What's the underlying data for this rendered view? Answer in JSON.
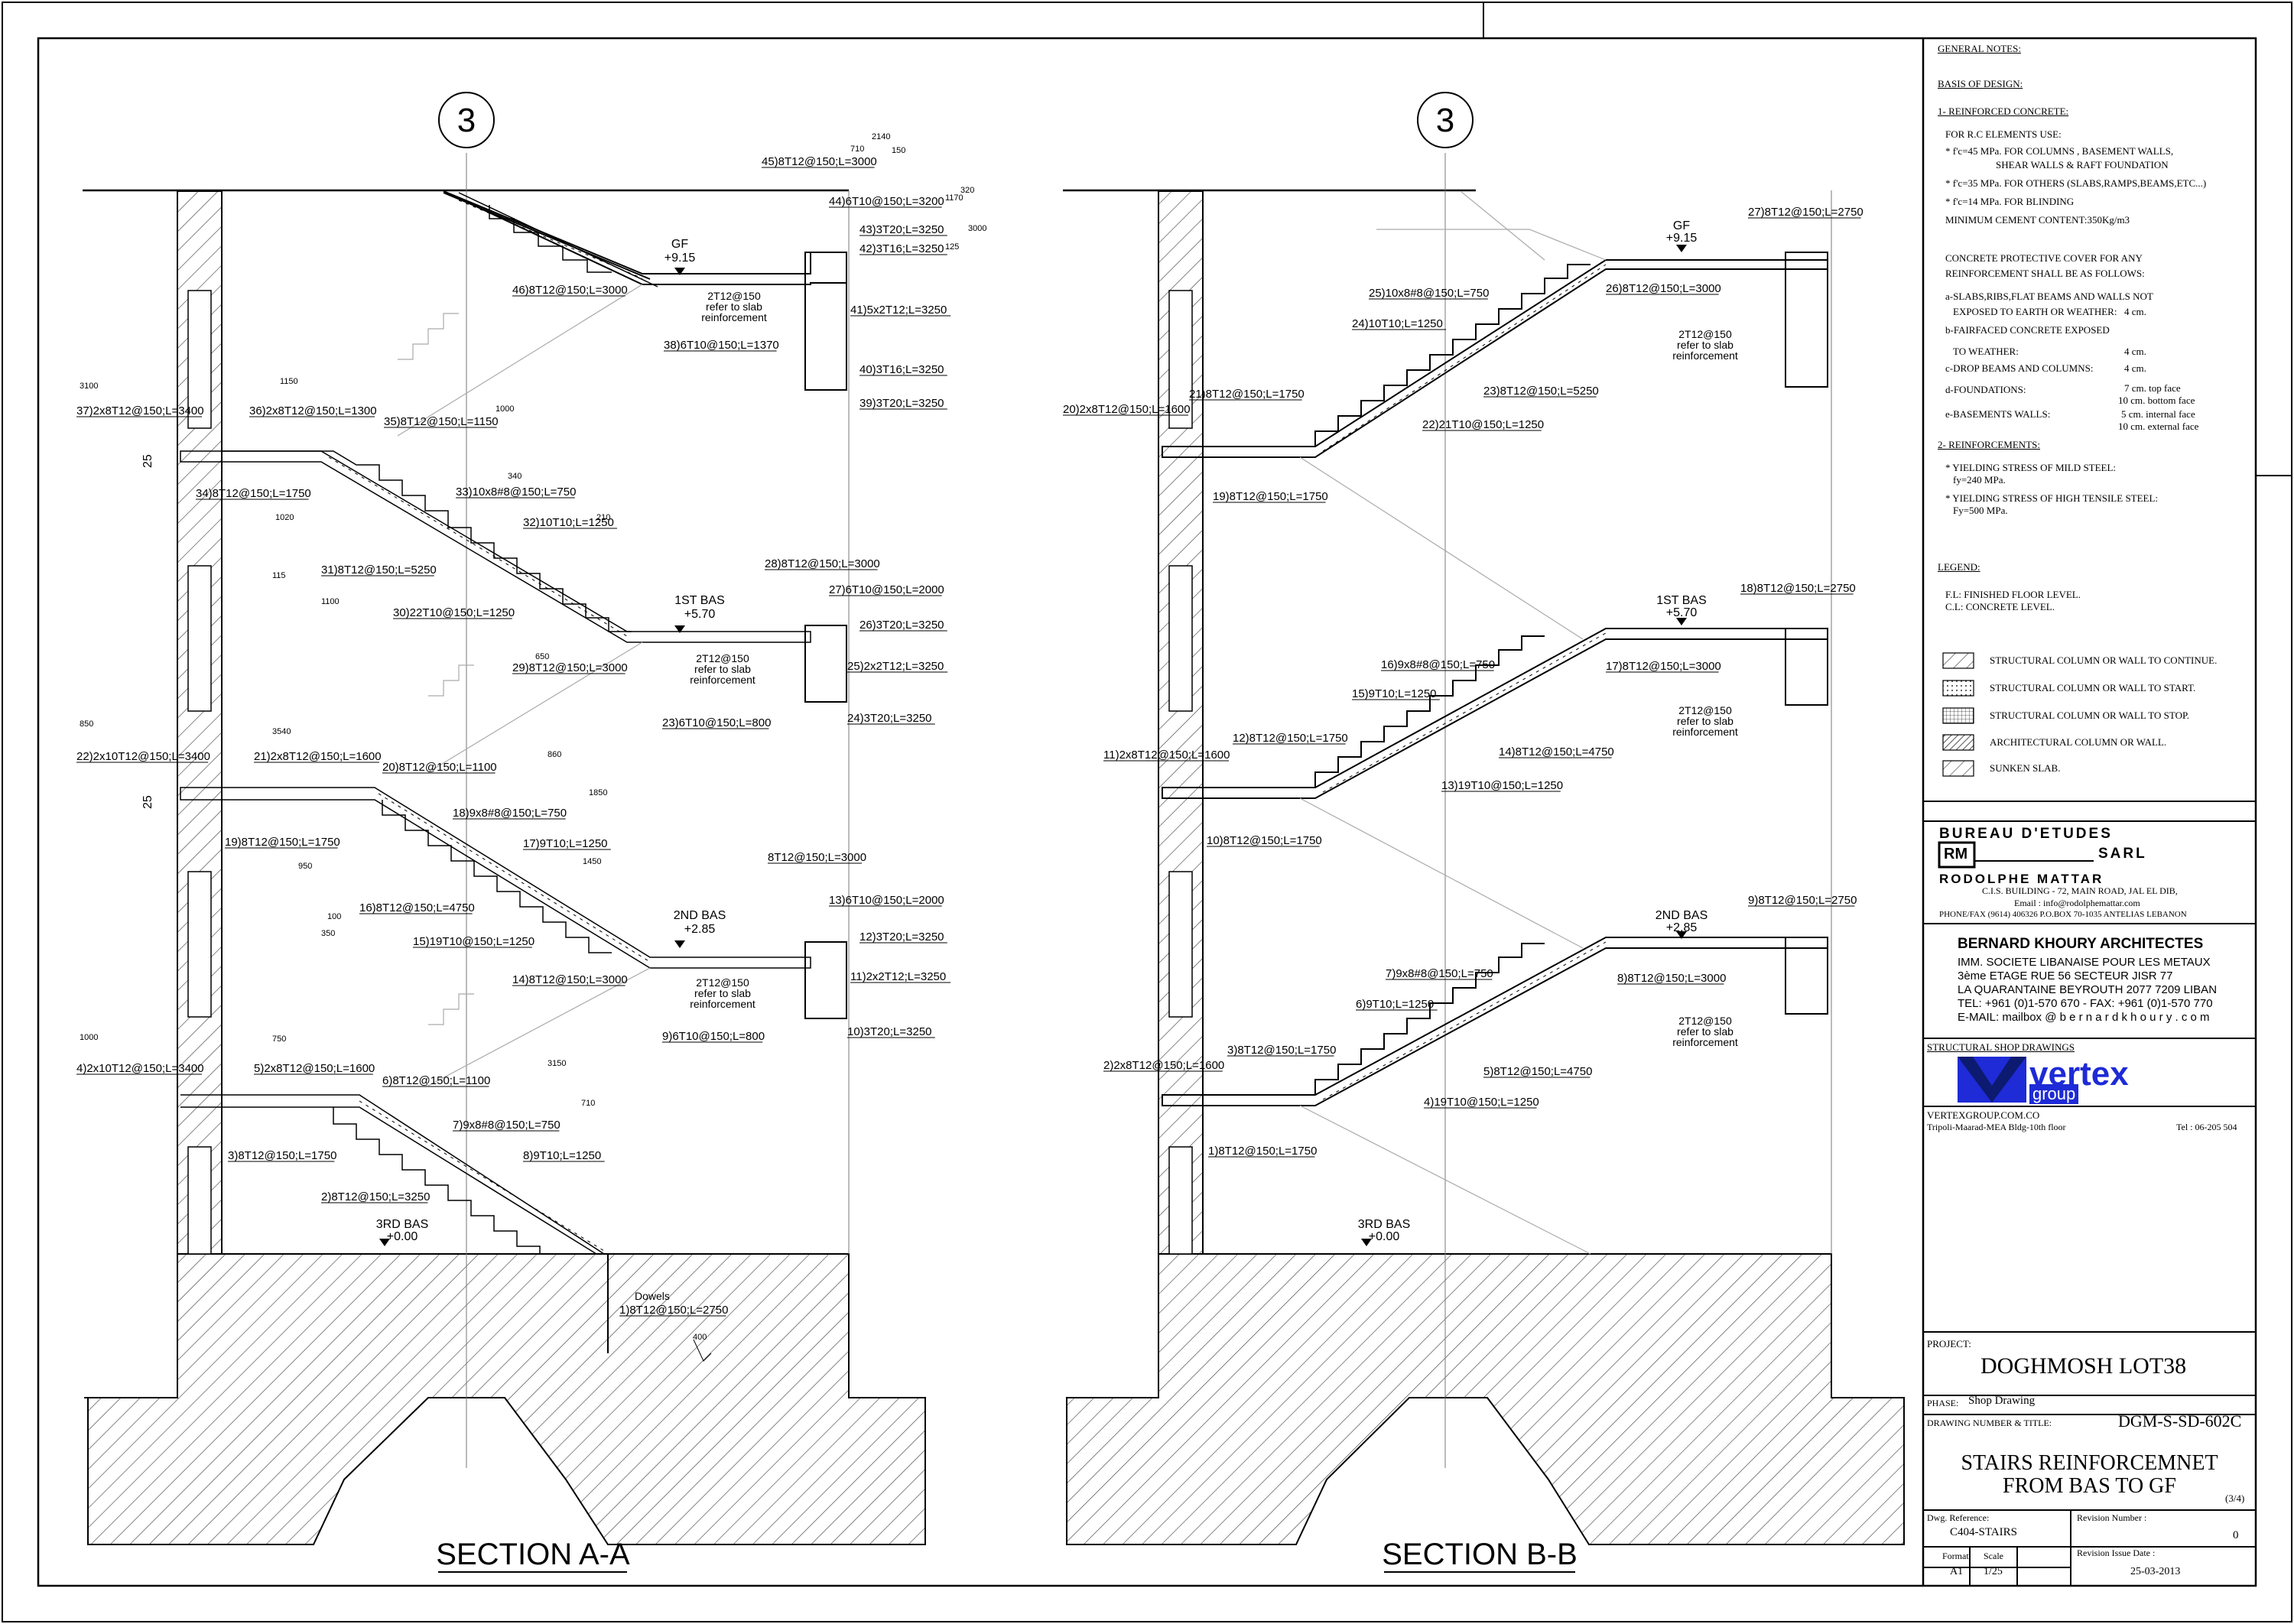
{
  "axis_marker": "3",
  "sections": [
    {
      "title": "SECTION A-A",
      "levels": [
        {
          "name": "GF",
          "elev": "+9.15"
        },
        {
          "name": "1ST BAS",
          "elev": "+5.70"
        },
        {
          "name": "2ND BAS",
          "elev": "+2.85"
        },
        {
          "name": "3RD BAS",
          "elev": "+0.00"
        }
      ],
      "dims": [
        "25",
        "25"
      ],
      "slab_notes": [
        {
          "line1": "2T12@150",
          "line2": "refer to slab",
          "line3": "reinforcement"
        },
        {
          "line1": "2T12@150",
          "line2": "refer to slab",
          "line3": "reinforcement"
        },
        {
          "line1": "2T12@150",
          "line2": "refer to slab",
          "line3": "reinforcement"
        }
      ],
      "dowels": "Dowels",
      "bars": [
        "1)8T12@150;L=2750",
        "2)8T12@150;L=3250",
        "3)8T12@150;L=1750",
        "4)2x10T12@150;L=3400",
        "5)2x8T12@150;L=1600",
        "6)8T12@150;L=1100",
        "7)9x8#8@150;L=750",
        "8)9T10;L=1250",
        "9)6T10@150;L=800",
        "10)3T20;L=3250",
        "11)2x2T12;L=3250",
        "12)3T20;L=3250",
        "13)6T10@150;L=2000",
        "8T12@150;L=3000",
        "14)8T12@150;L=3000",
        "15)19T10@150;L=1250",
        "16)8T12@150;L=4750",
        "17)9T10;L=1250",
        "18)9x8#8@150;L=750",
        "19)8T12@150;L=1750",
        "20)8T12@150;L=1100",
        "21)2x8T12@150;L=1600",
        "22)2x10T12@150;L=3400",
        "23)6T10@150;L=800",
        "24)3T20;L=3250",
        "25)2x2T12;L=3250",
        "26)3T20;L=3250",
        "27)6T10@150;L=2000",
        "28)8T12@150;L=3000",
        "29)8T12@150;L=3000",
        "30)22T10@150;L=1250",
        "31)8T12@150;L=5250",
        "32)10T10;L=1250",
        "33)10x8#8@150;L=750",
        "34)8T12@150;L=1750",
        "35)8T12@150;L=1150",
        "36)2x8T12@150;L=1300",
        "37)2x8T12@150;L=3400",
        "38)6T10@150;L=1370",
        "39)3T20;L=3250",
        "40)3T16;L=3250",
        "41)5x2T12;L=3250",
        "42)3T16;L=3250",
        "43)3T20;L=3250",
        "44)6T10@150;L=3200",
        "45)8T12@150;L=3000",
        "46)8T12@150;L=3000"
      ],
      "bar_dims": [
        "2140",
        "710",
        "150",
        "320",
        "1170",
        "3000",
        "125",
        "3100",
        "1150",
        "1000",
        "340",
        "210",
        "1020",
        "115",
        "1100",
        "650",
        "850",
        "3540",
        "860",
        "1850",
        "1450",
        "950",
        "100",
        "350",
        "1000",
        "750",
        "3150",
        "710",
        "400"
      ]
    },
    {
      "title": "SECTION B-B",
      "levels": [
        {
          "name": "GF",
          "elev": "+9.15"
        },
        {
          "name": "1ST BAS",
          "elev": "+5.70"
        },
        {
          "name": "2ND BAS",
          "elev": "+2.85"
        },
        {
          "name": "3RD BAS",
          "elev": "+0.00"
        }
      ],
      "slab_notes": [
        {
          "line1": "2T12@150",
          "line2": "refer to slab",
          "line3": "reinforcement"
        },
        {
          "line1": "2T12@150",
          "line2": "refer to slab",
          "line3": "reinforcement"
        },
        {
          "line1": "2T12@150",
          "line2": "refer to slab",
          "line3": "reinforcement"
        }
      ],
      "bars": [
        "1)8T12@150;L=1750",
        "2)2x8T12@150;L=1600",
        "3)8T12@150;L=1750",
        "4)19T10@150;L=1250",
        "5)8T12@150;L=4750",
        "6)9T10;L=1250",
        "7)9x8#8@150;L=750",
        "8)8T12@150;L=3000",
        "9)8T12@150;L=2750",
        "10)8T12@150;L=1750",
        "11)2x8T12@150;L=1600",
        "12)8T12@150;L=1750",
        "13)19T10@150;L=1250",
        "14)8T12@150;L=4750",
        "15)9T10;L=1250",
        "16)9x8#8@150;L=750",
        "17)8T12@150;L=3000",
        "18)8T12@150;L=2750",
        "19)8T12@150;L=1750",
        "20)2x8T12@150;L=1600",
        "21)8T12@150;L=1750",
        "22)21T10@150;L=1250",
        "23)8T12@150;L=5250",
        "24)10T10;L=1250",
        "25)10x8#8@150;L=750",
        "26)8T12@150;L=3000",
        "27)8T12@150;L=2750"
      ]
    }
  ],
  "notes": {
    "header": "GENERAL NOTES:",
    "basis": "BASIS OF DESIGN:",
    "s1": "1- REINFORCED CONCRETE:",
    "rc_lines": [
      "FOR  R.C  ELEMENTS USE:",
      "* f'c=45 MPa. FOR COLUMNS , BASEMENT WALLS,",
      "SHEAR WALLS & RAFT FOUNDATION",
      "* f'c=35 MPa. FOR OTHERS (SLABS,RAMPS,BEAMS,ETC...)",
      "* f'c=14 MPa. FOR BLINDING",
      "MINIMUM CEMENT CONTENT:350Kg/m3"
    ],
    "cover_lines": [
      "CONCRETE PROTECTIVE COVER FOR ANY",
      "REINFORCEMENT SHALL BE AS FOLLOWS:"
    ],
    "cover_items": [
      {
        "label": "a-SLABS,RIBS,FLAT BEAMS AND WALLS NOT",
        "value": ""
      },
      {
        "label": "EXPOSED TO EARTH OR WEATHER:",
        "value": "4 cm."
      },
      {
        "label": "b-FAIRFACED CONCRETE EXPOSED",
        "value": ""
      },
      {
        "label": "TO WEATHER:",
        "value": "4 cm."
      },
      {
        "label": "c-DROP BEAMS AND COLUMNS:",
        "value": "4 cm."
      },
      {
        "label": "d-FOUNDATIONS:",
        "value": "7 cm. top face"
      },
      {
        "label": "",
        "value": "10 cm. bottom face"
      },
      {
        "label": "e-BASEMENTS WALLS:",
        "value": "5 cm. internal face"
      },
      {
        "label": "",
        "value": "10 cm. external face"
      }
    ],
    "s2": "2- REINFORCEMENTS:",
    "reinf_lines": [
      "* YIELDING STRESS OF MILD STEEL:",
      "fy=240 MPa.",
      "* YIELDING STRESS OF HIGH TENSILE STEEL:",
      "Fy=500 MPa."
    ],
    "legend_title": "LEGEND:",
    "legend_lines": [
      "F.L: FINISHED FLOOR LEVEL.",
      "C.L: CONCRETE LEVEL."
    ],
    "legend_items": [
      "STRUCTURAL COLUMN OR WALL TO CONTINUE.",
      "STRUCTURAL COLUMN OR WALL TO START.",
      "STRUCTURAL COLUMN OR WALL TO STOP.",
      "ARCHITECTURAL COLUMN OR WALL.",
      "SUNKEN SLAB."
    ]
  },
  "bureau": {
    "name": "BUREAU  D'ETUDES",
    "logo": "RM",
    "sarl": "SARL",
    "person": "RODOLPHE MATTAR",
    "addr1": "C.I.S. BUILDING - 72, MAIN ROAD, JAL EL DIB,",
    "addr2": "Email : info@rodolphemattar.com",
    "addr3": "PHONE/FAX (9614) 406326 P.O.BOX 70-1035 ANTELIAS LEBANON"
  },
  "architect": {
    "name": "BERNARD KHOURY ARCHITECTES",
    "lines": [
      "IMM.  SOCIETE LIBANAISE POUR LES METAUX",
      "3ème ETAGE        RUE 56      SECTEUR JISR 77",
      "LA QUARANTAINE BEYROUTH 2077 7209 LIBAN",
      "TEL: +961 (0)1-570 670  -  FAX: +961 (0)1-570 770",
      "E-MAIL:   mailbox @ b e r n a r d k h o u r y . c o m"
    ]
  },
  "shop": {
    "label": "STRUCTURAL SHOP DRAWINGS",
    "logo_word": "vertex",
    "logo_sub": "group",
    "site": "VERTEXGROUP.COM.CO",
    "addr": "Tripoli-Maarad-MEA Bldg-10th floor",
    "tel": "Tel : 06-205 504"
  },
  "project": {
    "label": "PROJECT:",
    "name": "DOGHMOSH LOT38",
    "phase_label": "PHASE:",
    "phase": "Shop Drawing",
    "dn_label": "DRAWING NUMBER & TITLE:",
    "number": "DGM-S-SD-602C",
    "title1": "STAIRS REINFORCEMNET",
    "title2": "FROM BAS TO GF",
    "sheet": "(3/4)",
    "ref_label": "Dwg. Reference:",
    "ref": "C404-STAIRS",
    "rev_label": "Revision Number :",
    "rev": "0",
    "format_label": "Format",
    "format": "A1",
    "scale_label": "Scale",
    "scale": "1/25",
    "date_label": "Revision Issue Date :",
    "date": "25-03-2013"
  },
  "colors": {
    "line": "#000000",
    "grey": "#9a9a9a",
    "vertex_blue": "#1e2bd6",
    "vertex_dark": "#0c1a70"
  }
}
